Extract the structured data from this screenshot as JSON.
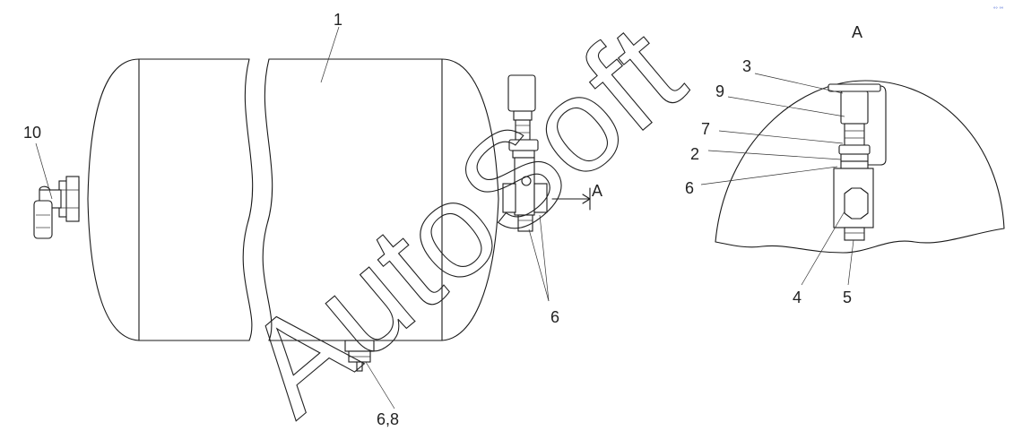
{
  "callouts": {
    "tank": "1",
    "end_fitting": "10",
    "valve_assembly": "6",
    "drain": "6,8",
    "section_marker": "A"
  },
  "detail": {
    "title": "A",
    "labels": {
      "n3": "3",
      "n9": "9",
      "n7": "7",
      "n2": "2",
      "n6": "6",
      "n4": "4",
      "n5": "5"
    }
  },
  "watermark": "AutoSoft",
  "corner_mark": "°° °°"
}
